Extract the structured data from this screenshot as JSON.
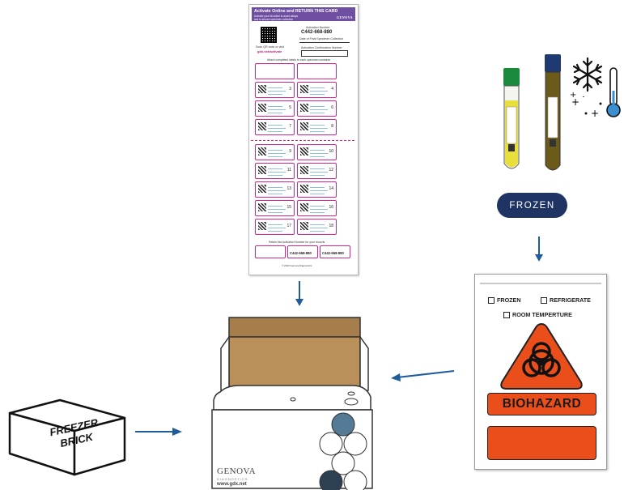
{
  "requisition_card": {
    "header_title": "Activate Online and RETURN THIS CARD",
    "header_sub1": "Activate your kit online to avoid delays",
    "header_sub2": "and to ensure specimen collection",
    "brand": "GENOVA",
    "activation_label": "Activation Number:",
    "activation_number": "C442-668-880",
    "date_label": "Date of Final Specimen Collection",
    "confirmation_label": "Activation Confirmation Number",
    "scan_label": "Scan QR code or visit",
    "url": "gdx.net/activate",
    "instruction": "Attach completed labels to each specimen container",
    "label_numbers": [
      "3",
      "4",
      "5",
      "6",
      "7",
      "8",
      "9",
      "10",
      "11",
      "12",
      "13",
      "14",
      "15",
      "16",
      "17",
      "18"
    ],
    "retain_text": "Retain this Activation Number for your records",
    "retain_number_1": "C442-668-880",
    "retain_number_2": "C442-668-880",
    "footer": "© 2023 Genova Diagnostics"
  },
  "frozen_pill": {
    "label": "FROZEN"
  },
  "tubes": {
    "colors": {
      "cap_green": "#1a8a3e",
      "cap_blue": "#1f3a73",
      "serum_yellow": "#e8df3a",
      "dark_liquid": "#5a4a12"
    }
  },
  "icons": [
    "snowflake-icon",
    "thermometer-icon"
  ],
  "biohazard_bag": {
    "options": [
      "FROZEN",
      "REFRIGERATE",
      "ROOM TEMPERTURE"
    ],
    "label": "BIOHAZARD",
    "accent": "#e94e1b"
  },
  "freezer_brick": {
    "label": "FREEZER BRICK"
  },
  "kit_box": {
    "brand": "GENOVA",
    "brand_sub": "DIAGNOSTICS",
    "url": "www.gdx.net",
    "circle_colors": {
      "filled_blue": "#557a96",
      "filled_dark": "#2d3f52"
    }
  },
  "colors": {
    "arrow": "#1e5c9c",
    "navy": "#1f3462",
    "magenta": "#d6248a",
    "purple": "#6f4fa1"
  }
}
